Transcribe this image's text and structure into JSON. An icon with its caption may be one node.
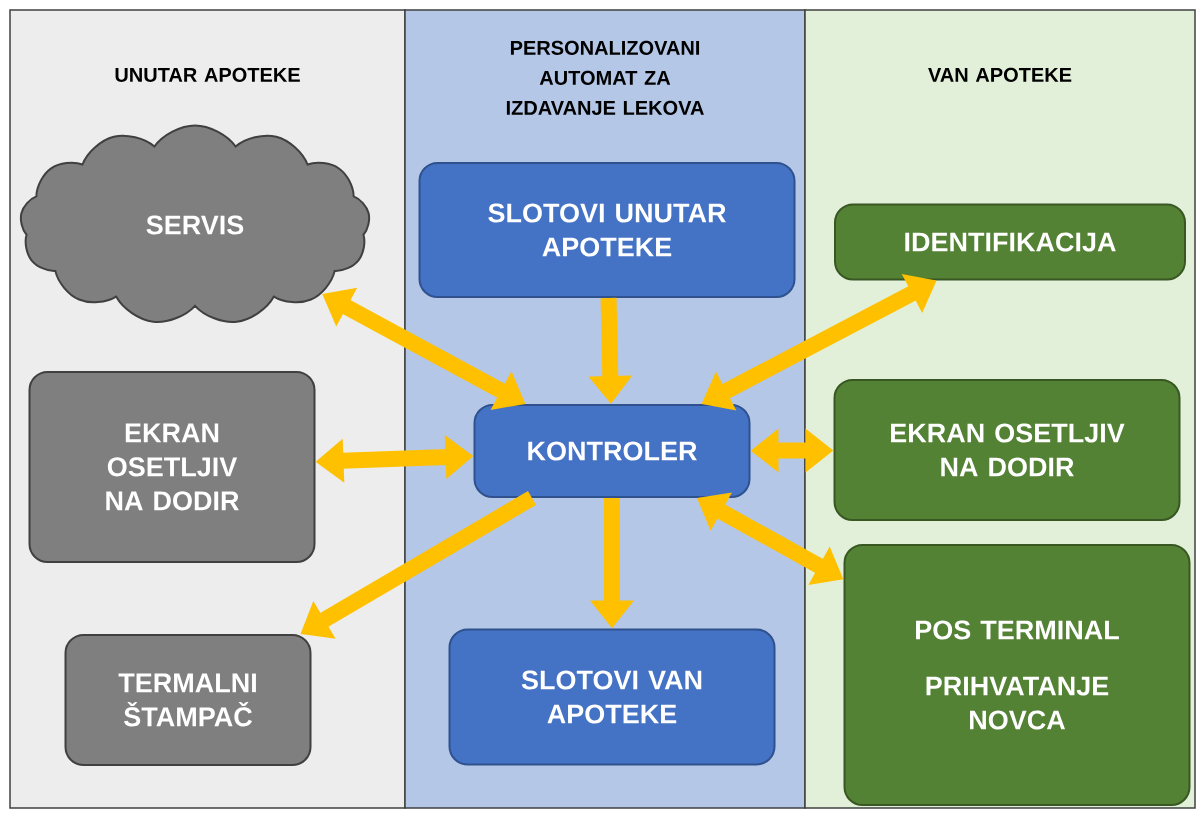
{
  "diagram": {
    "nodes": [
      {
        "text": [
          "UNUTAR APOTEKE"
        ]
      },
      {
        "text": [
          "PERSONALIZOVANI AUTOMAT ZA IZDAVANJE LEKOVA"
        ]
      },
      {
        "text": [
          "VAN APOTEKE"
        ]
      },
      {
        "text": [
          "SERVIS"
        ],
        "in": 0
      },
      {
        "text": [
          "EKRAN OSETLJIV NA DODIR"
        ],
        "in": 0
      },
      {
        "text": [
          "TERMALNI ŠTAMPAČ"
        ],
        "in": 0
      },
      {
        "text": [
          "SLOTOVI UNUTAR APOTEKE"
        ],
        "in": 1
      },
      {
        "text": [
          "KONTROLER"
        ],
        "in": 1
      },
      {
        "text": [
          "SLOTOVI VAN APOTEKE"
        ],
        "in": 1
      },
      {
        "text": [
          "IDENTIFIKACIJA"
        ],
        "in": 2
      },
      {
        "text": [
          "EKRAN OSETLJIV NA DODIR"
        ],
        "in": 2
      },
      {
        "text": [
          "POS TERMINAL",
          "PRIHVATANJE NOVCA"
        ],
        "in": 2
      }
    ],
    "edges": [
      {
        "from": 3,
        "to": 7,
        "arrow": "both"
      },
      {
        "from": 4,
        "to": 7,
        "arrow": "both"
      },
      {
        "from": 7,
        "to": 5,
        "arrow": "to"
      },
      {
        "from": 6,
        "to": 7,
        "arrow": "to"
      },
      {
        "from": 7,
        "to": 8,
        "arrow": "to"
      },
      {
        "from": 9,
        "to": 7,
        "arrow": "both"
      },
      {
        "from": 10,
        "to": 7,
        "arrow": "both"
      },
      {
        "from": 11,
        "to": 7,
        "arrow": "both"
      }
    ]
  }
}
